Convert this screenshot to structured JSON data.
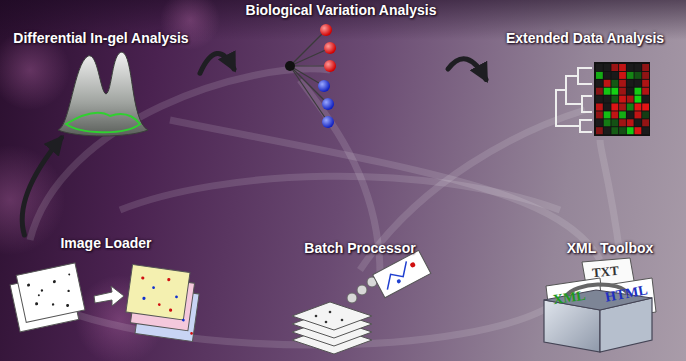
{
  "diagram": {
    "nodes": [
      {
        "text": [
          "Differential In-gel Analysis"
        ]
      },
      {
        "text": [
          "Biological Variation Analysis"
        ]
      },
      {
        "text": [
          "Extended Data Analysis"
        ]
      },
      {
        "text": [
          "Image Loader"
        ]
      },
      {
        "text": [
          "Batch Processor"
        ]
      },
      {
        "text": [
          "XML Toolbox"
        ]
      }
    ],
    "edges": [
      {
        "from": 3,
        "to": 0,
        "arrow": "to"
      },
      {
        "from": 0,
        "to": 1,
        "arrow": "to"
      },
      {
        "from": 1,
        "to": 2,
        "arrow": "to"
      }
    ],
    "labels": [
      "TXT",
      "XML",
      "HTML"
    ]
  }
}
